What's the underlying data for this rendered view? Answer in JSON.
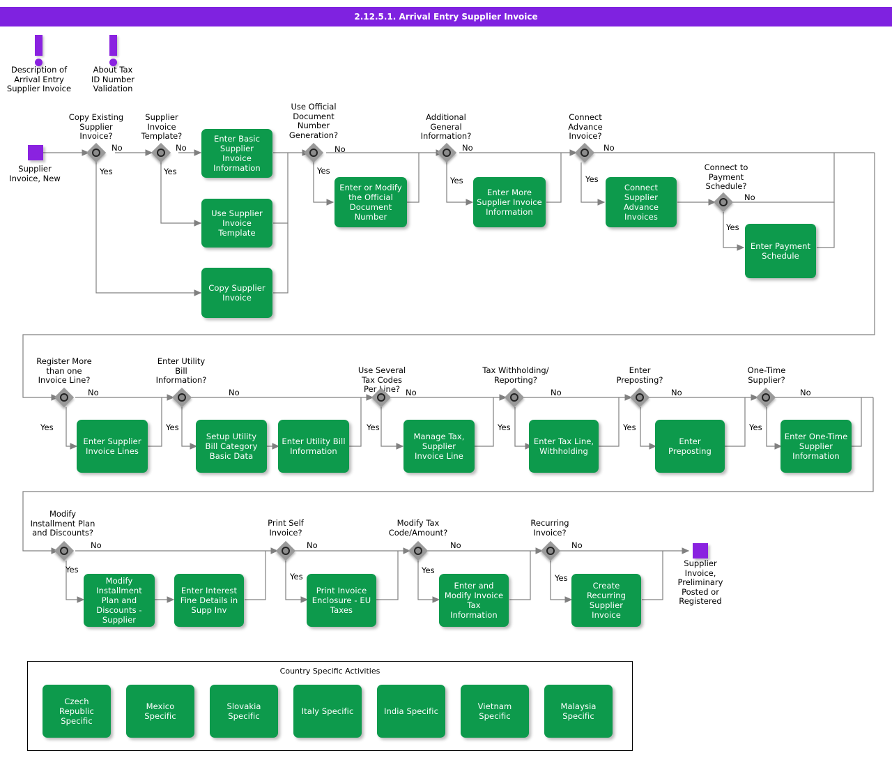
{
  "header": {
    "title": "2.12.5.1. Arrival Entry Supplier Invoice",
    "bar_color": "#7F22E0"
  },
  "palette": {
    "activity_green": "#0D9A4C",
    "terminator_purple": "#8A22E0",
    "decision_gray": "#9A9A9A",
    "connector_gray": "#808080",
    "text_black": "#000000"
  },
  "info_markers": [
    {
      "name": "description-of-arrival-entry-supplier-invoice",
      "label": "Description of\nArrival Entry\nSupplier Invoice"
    },
    {
      "name": "about-tax-id-number-validation",
      "label": "About Tax\nID Number\nValidation"
    }
  ],
  "terminators": [
    {
      "name": "start",
      "label": "Supplier\nInvoice, New"
    },
    {
      "name": "end",
      "label": "Supplier\nInvoice,\nPreliminary\nPosted or\nRegistered"
    }
  ],
  "branch_labels": {
    "yes": "Yes",
    "no": "No"
  },
  "row1": {
    "decisions": [
      {
        "id": "copy-existing-supplier-invoice",
        "label": "Copy Existing\nSupplier\nInvoice?"
      },
      {
        "id": "supplier-invoice-template",
        "label": "Supplier\nInvoice\nTemplate?"
      },
      {
        "id": "use-official-document-number-generation",
        "label": "Use Official\nDocument\nNumber\nGeneration?"
      },
      {
        "id": "additional-general-information",
        "label": "Additional\nGeneral\nInformation?"
      },
      {
        "id": "connect-advance-invoice",
        "label": "Connect\nAdvance\nInvoice?"
      },
      {
        "id": "connect-to-payment-schedule",
        "label": "Connect to\nPayment\nSchedule?"
      }
    ],
    "activities": [
      {
        "id": "enter-basic-supplier-invoice-information",
        "label": "Enter Basic\nSupplier Invoice\nInformation"
      },
      {
        "id": "use-supplier-invoice-template",
        "label": "Use Supplier\nInvoice\nTemplate"
      },
      {
        "id": "copy-supplier-invoice",
        "label": "Copy Supplier\nInvoice"
      },
      {
        "id": "enter-or-modify-the-official-document-number",
        "label": "Enter or Modify\nthe Official\nDocument\nNumber"
      },
      {
        "id": "enter-more-supplier-invoice-information",
        "label": "Enter More\nSupplier Invoice\nInformation"
      },
      {
        "id": "connect-supplier-advance-invoices",
        "label": "Connect\nSupplier\nAdvance\nInvoices"
      },
      {
        "id": "enter-payment-schedule",
        "label": "Enter\nPayment\nSchedule"
      }
    ]
  },
  "row2": {
    "decisions": [
      {
        "id": "register-more-than-one-invoice-line",
        "label": "Register More\nthan one\nInvoice Line?"
      },
      {
        "id": "enter-utility-bill-information",
        "label": "Enter Utility\nBill\nInformation?"
      },
      {
        "id": "use-several-tax-codes-per-line",
        "label": "Use Several\nTax Codes\nPer Line?"
      },
      {
        "id": "tax-withholding-reporting",
        "label": "Tax Withholding/\nReporting?"
      },
      {
        "id": "enter-preposting",
        "label": "Enter\nPreposting?"
      },
      {
        "id": "one-time-supplier",
        "label": "One-Time\nSupplier?"
      }
    ],
    "activities": [
      {
        "id": "enter-supplier-invoice-lines",
        "label": "Enter Supplier\nInvoice Lines"
      },
      {
        "id": "setup-utility-bill-category-basic-data",
        "label": "Setup Utility Bill\nCategory Basic\nData"
      },
      {
        "id": "enter-utility-bill-information",
        "label": "Enter Utility Bill\nInformation"
      },
      {
        "id": "manage-tax-supplier-invoice-line",
        "label": "Manage Tax,\nSupplier Invoice\nLine"
      },
      {
        "id": "enter-tax-line-withholding",
        "label": "Enter Tax Line,\nWithholding"
      },
      {
        "id": "enter-preposting",
        "label": "Enter Preposting"
      },
      {
        "id": "enter-one-time-supplier-information",
        "label": "Enter One-Time\nSupplier\nInformation"
      }
    ]
  },
  "row3": {
    "decisions": [
      {
        "id": "modify-installment-plan-and-discounts",
        "label": "Modify\nInstallment Plan\nand Discounts?"
      },
      {
        "id": "print-self-invoice",
        "label": "Print Self\nInvoice?"
      },
      {
        "id": "modify-tax-code-amount",
        "label": "Modify Tax\nCode/Amount?"
      },
      {
        "id": "recurring-invoice",
        "label": "Recurring\nInvoice?"
      }
    ],
    "activities": [
      {
        "id": "modify-installment-plan-and-discounts-supplier",
        "label": "Modify\nInstallment Plan\nand Discounts -\nSupplier"
      },
      {
        "id": "enter-interest-fine-details-in-supp-inv",
        "label": "Enter Interest\nFine Details in\nSupp Inv"
      },
      {
        "id": "print-invoice-enclosure-eu-taxes",
        "label": "Print Invoice\nEnclosure - EU\nTaxes"
      },
      {
        "id": "enter-and-modify-invoice-tax-information",
        "label": "Enter and Modify\nInvoice Tax\nInformation"
      },
      {
        "id": "create-recurring-supplier-invoice",
        "label": "Create\nRecurring\nSupplier Invoice"
      }
    ]
  },
  "country_group": {
    "title": "Country Specific Activities",
    "items": [
      {
        "id": "czech-republic-specific",
        "label": "Czech Republic\nSpecific"
      },
      {
        "id": "mexico-specific",
        "label": "Mexico Specific"
      },
      {
        "id": "slovakia-specific",
        "label": "Slovakia\nSpecific"
      },
      {
        "id": "italy-specific",
        "label": "Italy Specific"
      },
      {
        "id": "india-specific",
        "label": "India Specific"
      },
      {
        "id": "vietnam-specific",
        "label": "Vietnam Specific"
      },
      {
        "id": "malaysia-specific",
        "label": "Malaysia\nSpecific"
      }
    ]
  }
}
